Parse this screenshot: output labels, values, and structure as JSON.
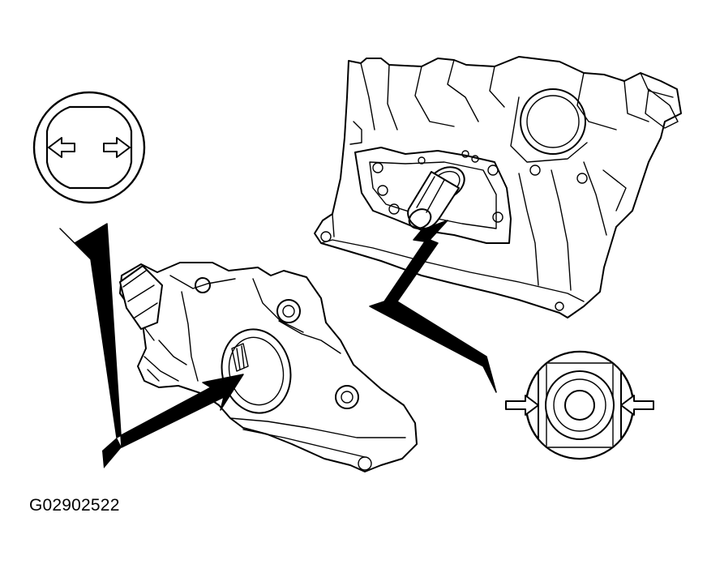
{
  "figure": {
    "id_label": "G02902522",
    "ink_color": "#000000",
    "paper_color": "#ffffff"
  },
  "callouts": [
    {
      "name": "oil-pump-shaft-flats-detail",
      "icon": "double-outward-arrow-icon"
    },
    {
      "name": "oil-pump-drive-collar-detail",
      "icon": "double-inward-arrow-icon"
    }
  ]
}
